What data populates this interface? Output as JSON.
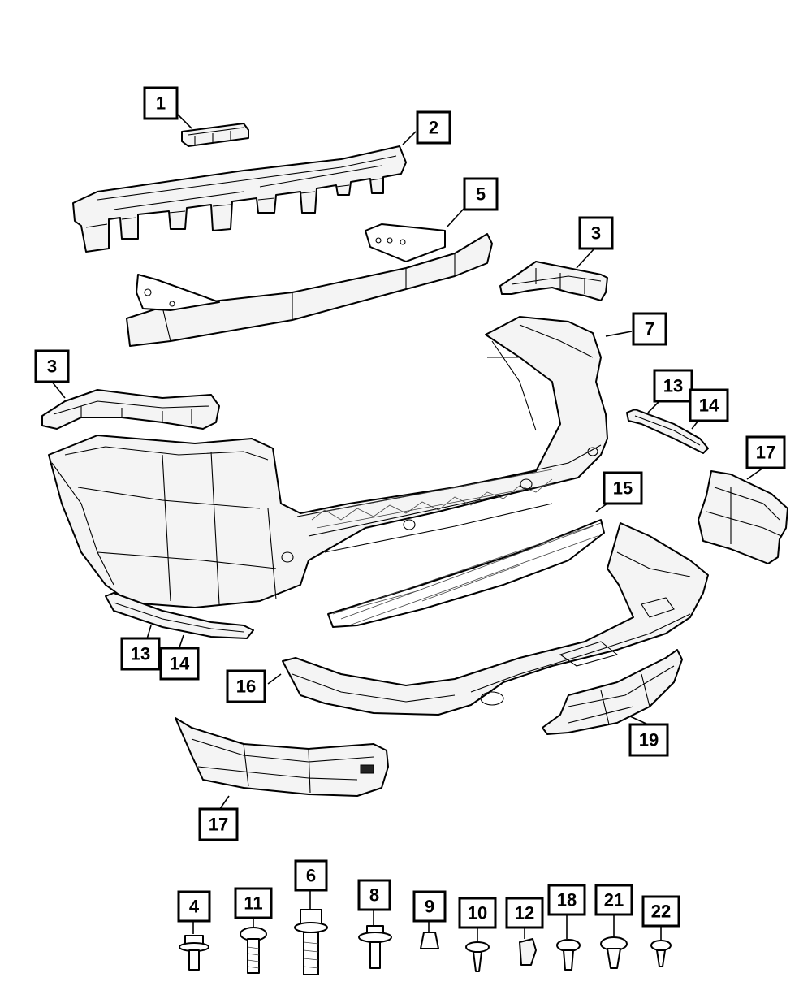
{
  "callouts": {
    "c1": "1",
    "c2": "2",
    "c3a": "3",
    "c3b": "3",
    "c5": "5",
    "c7": "7",
    "c13a": "13",
    "c14a": "14",
    "c13b": "13",
    "c14b": "14",
    "c15": "15",
    "c16": "16",
    "c17a": "17",
    "c17b": "17",
    "c19": "19",
    "c4": "4",
    "c11": "11",
    "c6": "6",
    "c8": "8",
    "c9": "9",
    "c10": "10",
    "c12": "12",
    "c18": "18",
    "c21": "21",
    "c22": "22"
  }
}
